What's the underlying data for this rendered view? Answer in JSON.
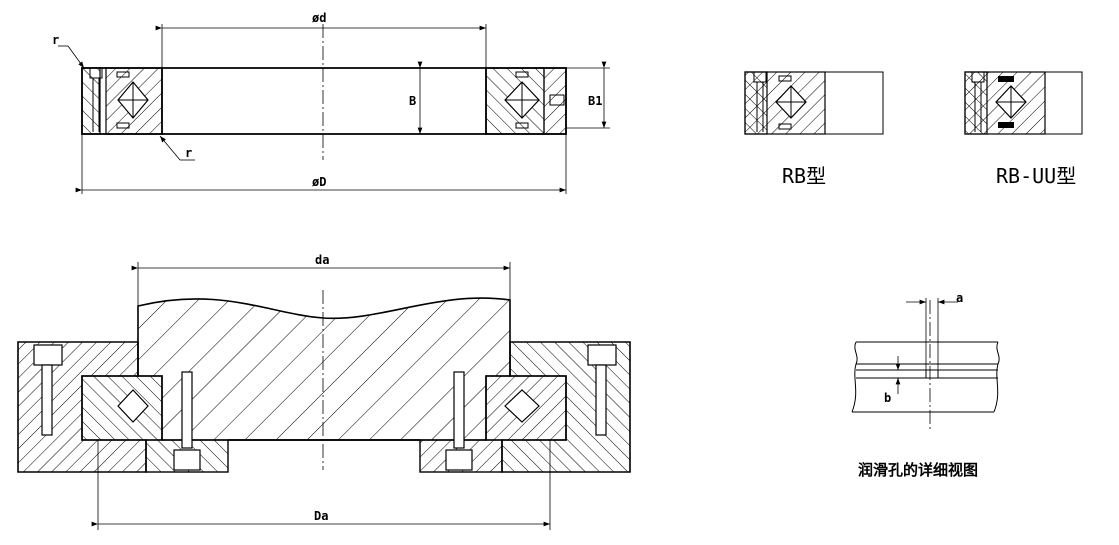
{
  "labels": {
    "d": "ød",
    "D": "øD",
    "B": "B",
    "B1": "B1",
    "r_top": "r",
    "r_bottom": "r",
    "da": "da",
    "Da": "Da",
    "a": "a",
    "b": "b"
  },
  "captions": {
    "rb": "RB型",
    "rbuu": "RB-UU型",
    "lube_detail": "润滑孔的详细视图"
  }
}
